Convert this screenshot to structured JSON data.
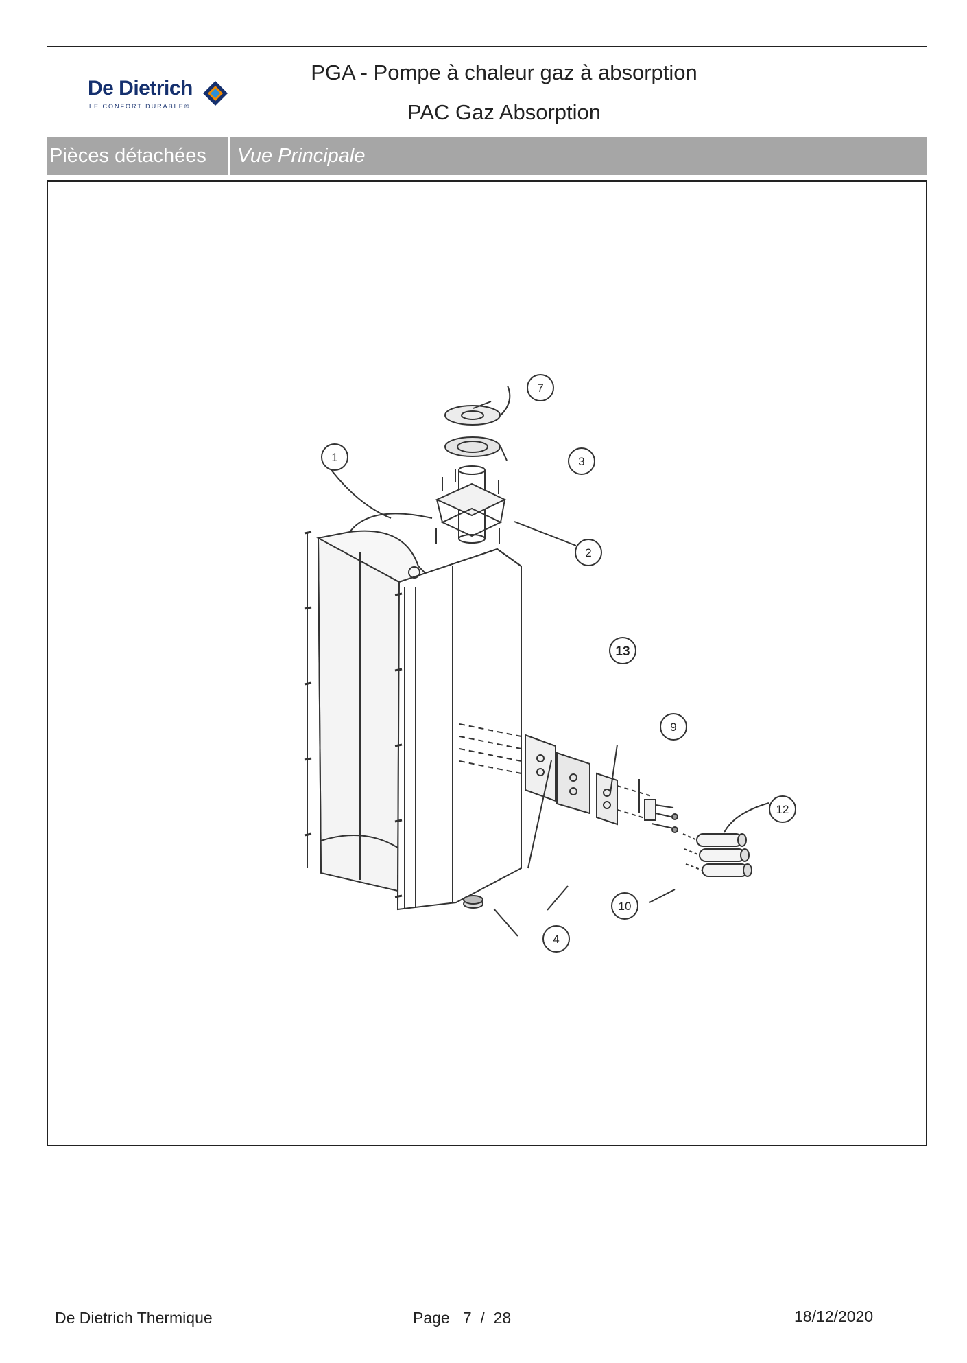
{
  "brand": {
    "name": "De Dietrich",
    "tagline": "LE CONFORT DURABLE®",
    "colors": {
      "navy": "#15306e",
      "orange": "#f08a00",
      "blue": "#2c8fd6"
    }
  },
  "header": {
    "title_line1": "PGA - Pompe à chaleur gaz à absorption",
    "title_line2": "PAC Gaz Absorption",
    "section": "Pièces détachées",
    "view": "Vue Principale"
  },
  "diagram": {
    "callouts": [
      "1",
      "2",
      "3",
      "4",
      "7",
      "9",
      "10",
      "12",
      "13"
    ]
  },
  "footer": {
    "company": "De Dietrich Thermique",
    "page_label": "Page",
    "page_current": "7",
    "page_separator": "/",
    "page_total": "28",
    "date": "18/12/2020"
  }
}
